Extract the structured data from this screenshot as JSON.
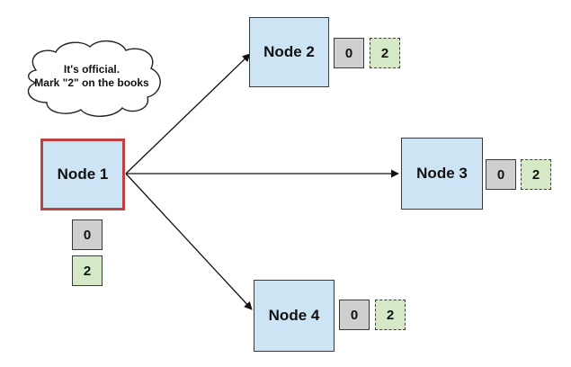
{
  "cloud": {
    "line1": "It's official.",
    "line2": "Mark \"2\" on the books"
  },
  "nodes": {
    "node1": {
      "label": "Node 1",
      "values": [
        "0",
        "2"
      ]
    },
    "node2": {
      "label": "Node 2",
      "values": [
        "0",
        "2"
      ]
    },
    "node3": {
      "label": "Node 3",
      "values": [
        "0",
        "2"
      ]
    },
    "node4": {
      "label": "Node 4",
      "values": [
        "0",
        "2"
      ]
    }
  },
  "colors": {
    "node_fill": "#cde4f4",
    "leader_border": "#c0413f",
    "committed_fill": "#cfcfcf",
    "pending_fill": "#d6e9c7"
  }
}
